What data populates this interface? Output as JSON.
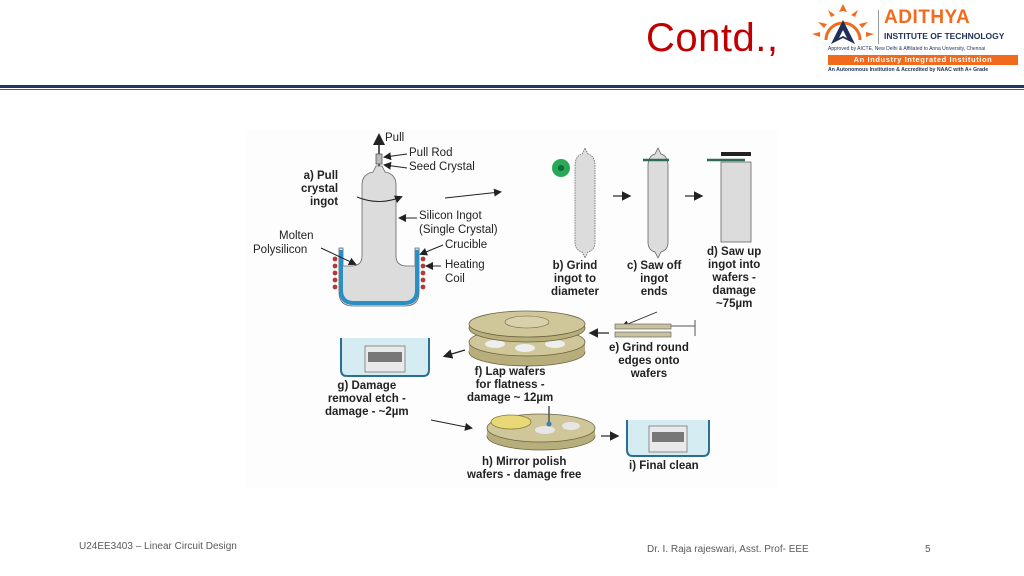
{
  "slide": {
    "title": "Contd.,",
    "colors": {
      "title": "#c00000",
      "rule": "#1f3864",
      "accent": "#f26b1d"
    }
  },
  "logo": {
    "name": "ADITHYA",
    "subtitle": "INSTITUTE OF TECHNOLOGY",
    "approved": "Approved by AICTE, New Delhi & Affiliated to Anna University, Chennai",
    "band": "An Industry Integrated Institution",
    "accreditation": "An Autonomous Institution & Accredited by NAAC with A+ Grade"
  },
  "figure": {
    "top_labels": {
      "pull": "Pull",
      "pull_rod": "Pull Rod",
      "seed_crystal": "Seed Crystal",
      "silicon_ingot": "Silicon Ingot",
      "single_crystal": "(Single Crystal)",
      "crucible": "Crucible",
      "heating": "Heating",
      "coil": "Coil",
      "molten": "Molten",
      "polysilicon": "Polysilicon"
    },
    "steps": {
      "a": [
        "a) Pull",
        "crystal",
        "ingot"
      ],
      "b": [
        "b) Grind",
        "ingot to",
        "diameter"
      ],
      "c": [
        "c) Saw off",
        "ingot",
        "ends"
      ],
      "d": [
        "d) Saw up",
        "ingot into",
        "wafers -",
        "damage",
        "~75µm"
      ],
      "e": [
        "e) Grind round",
        "edges onto",
        "wafers"
      ],
      "f": [
        "f) Lap wafers",
        "for flatness -",
        "damage ~ 12µm"
      ],
      "g": [
        "g) Damage",
        "removal etch -",
        "damage - ~2µm"
      ],
      "h": [
        "h) Mirror polish",
        "wafers - damage free"
      ],
      "i": [
        "i) Final clean"
      ]
    }
  },
  "footer": {
    "course": "U24EE3403 – Linear Circuit Design",
    "author": "Dr. I. Raja rajeswari, Asst. Prof- EEE",
    "page": "5"
  }
}
